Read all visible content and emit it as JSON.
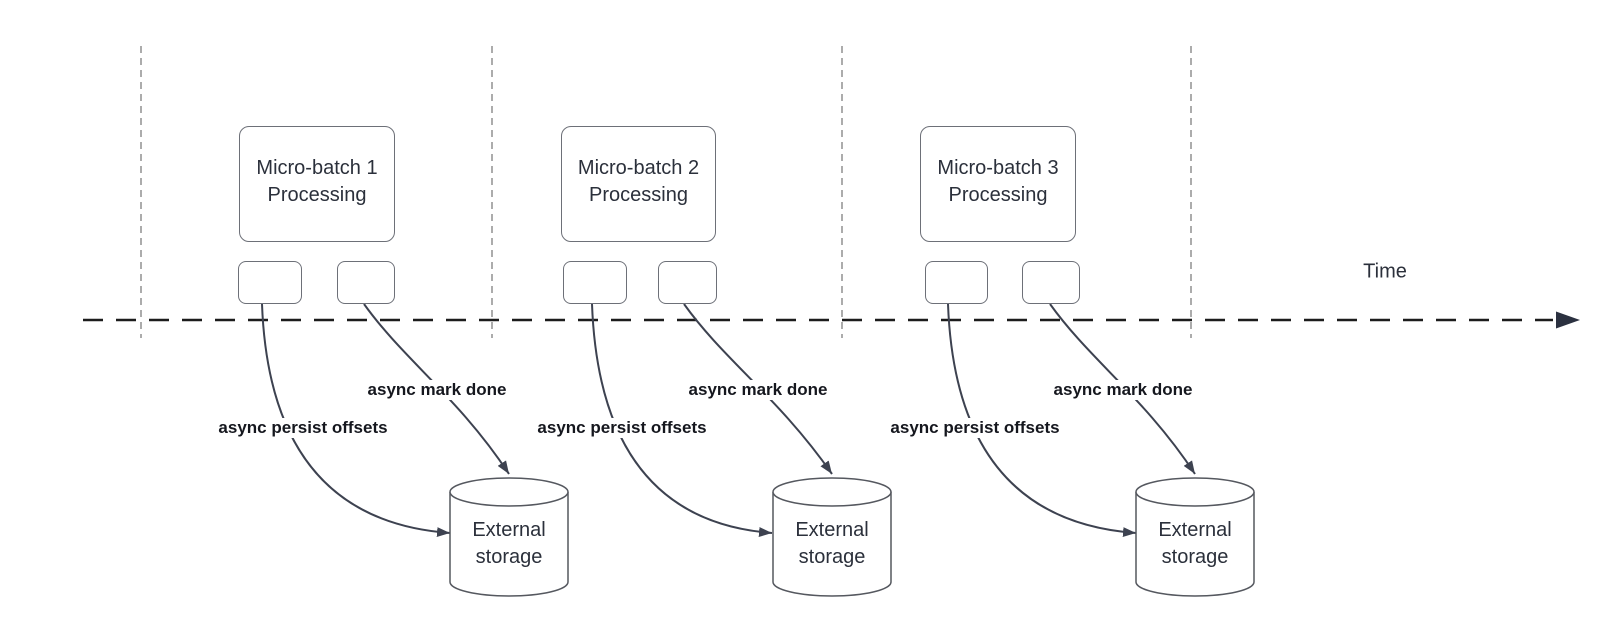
{
  "diagram": {
    "time_label": "Time",
    "groups": [
      {
        "title_line1": "Micro-batch 1",
        "title_line2": "Processing",
        "persist_label": "async persist offsets",
        "done_label": "async mark done",
        "storage_line1": "External",
        "storage_line2": "storage"
      },
      {
        "title_line1": "Micro-batch 2",
        "title_line2": "Processing",
        "persist_label": "async persist offsets",
        "done_label": "async mark done",
        "storage_line1": "External",
        "storage_line2": "storage"
      },
      {
        "title_line1": "Micro-batch 3",
        "title_line2": "Processing",
        "persist_label": "async persist offsets",
        "done_label": "async mark done",
        "storage_line1": "External",
        "storage_line2": "storage"
      }
    ],
    "colors": {
      "arrow_stroke": "#3d4250",
      "timeline_stroke": "#1c1c1c",
      "gridline_stroke": "#a3a3a3",
      "box_border": "#6d7078",
      "text": "#2b303b",
      "label_text": "#15171e",
      "background": "#ffffff"
    }
  }
}
